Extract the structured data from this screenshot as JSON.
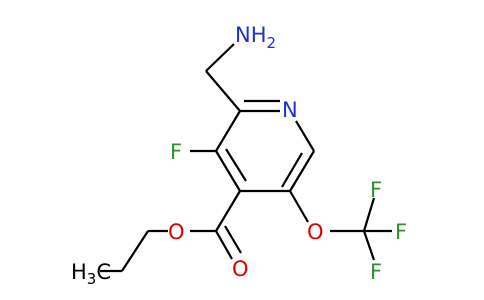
{
  "molecule": {
    "atoms": {
      "amine": "NH",
      "amine_sub": "2",
      "ring_n": "N",
      "fluoro": "F",
      "ester_o_single": "O",
      "ester_o_double": "O",
      "methyl": "H",
      "methyl_sub": "3",
      "methyl_c": "C",
      "ether_o": "O",
      "cf3_f1": "F",
      "cf3_f2": "F",
      "cf3_f3": "F"
    },
    "colors": {
      "nitrogen": "#1f2fd0",
      "fluorine": "#2e8f2e",
      "oxygen": "#e00000",
      "bond": "#000000"
    }
  }
}
